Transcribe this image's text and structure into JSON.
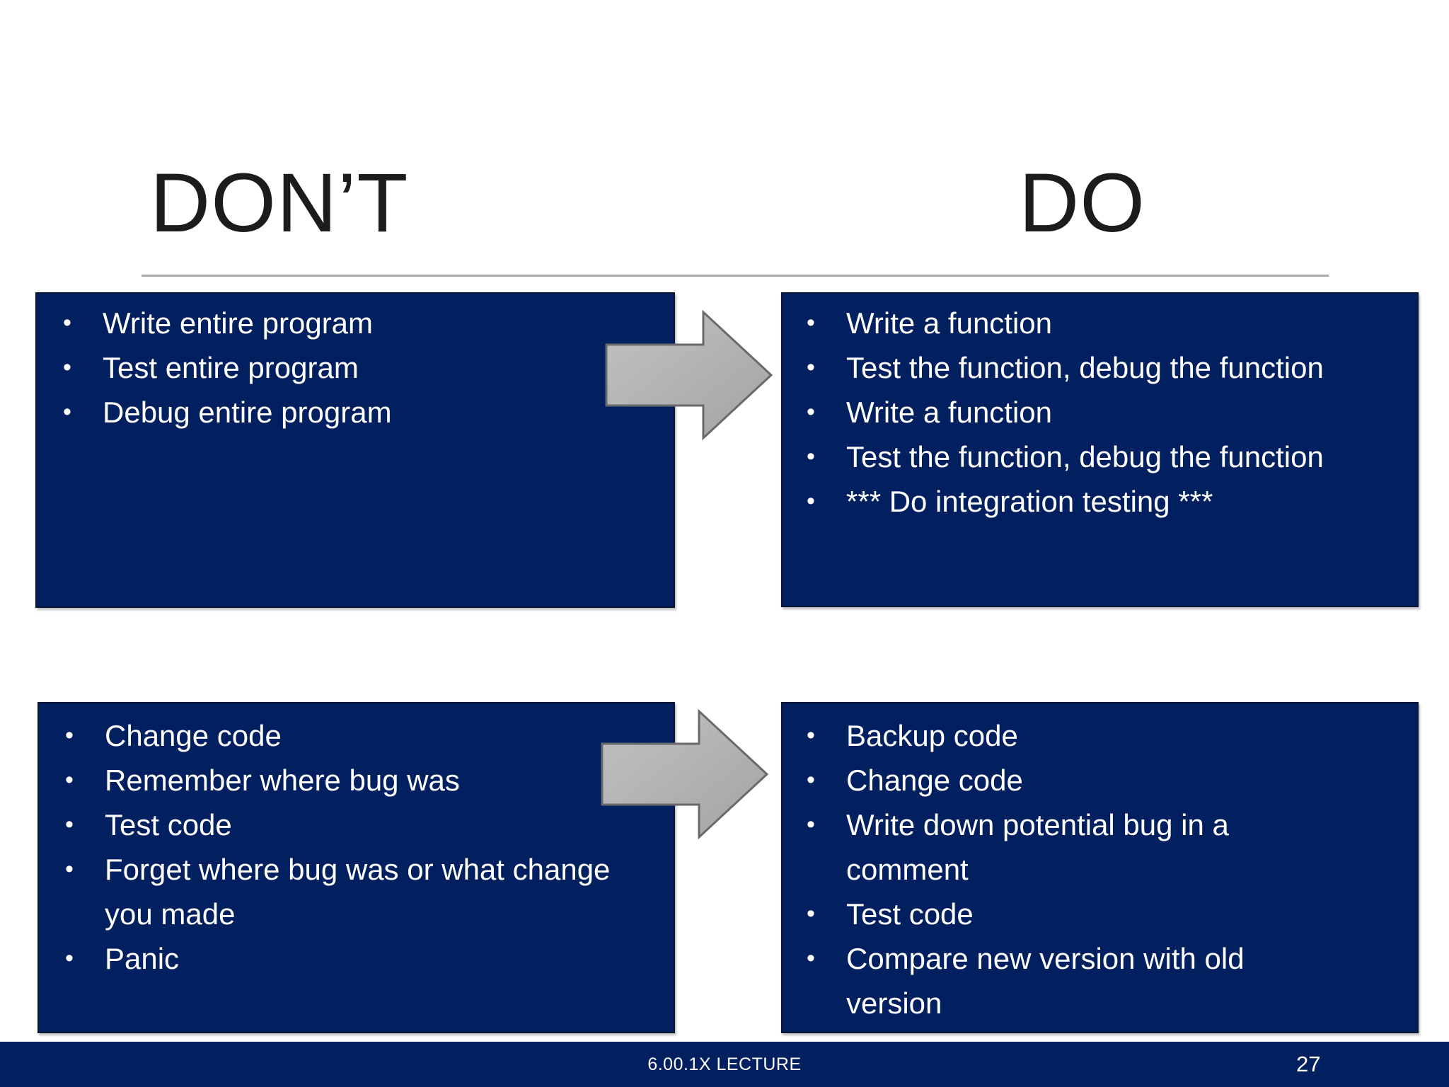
{
  "titles": {
    "dont": "DON’T",
    "do": "DO"
  },
  "icons": {
    "bullet": "•",
    "arrow_right": "block-arrow-right"
  },
  "colors": {
    "box_navy": "#02205f",
    "footer_navy": "#02205f",
    "arrow_fill": "#ababab",
    "arrow_border": "#6a6a6d",
    "rule_gray": "#a9a9a9",
    "title_color": "#1c1c1c",
    "text_color": "#ffffff"
  },
  "boxes": [
    {
      "column": "dont",
      "items": [
        "Write entire program",
        "Test entire program",
        "Debug entire program"
      ]
    },
    {
      "column": "do",
      "items": [
        "Write a function",
        "Test the function, debug the function",
        "Write a function",
        "Test the function, debug the function",
        "*** Do integration testing ***"
      ]
    },
    {
      "column": "dont",
      "items": [
        "Change code",
        "Remember where bug was",
        "Test code",
        "Forget where bug was or what change you made",
        "Panic"
      ]
    },
    {
      "column": "do",
      "items": [
        "Backup code",
        "Change code",
        "Write down potential bug in a comment",
        "Test code",
        "Compare new version with old version"
      ]
    }
  ],
  "footer": {
    "lecture": "6.00.1X LECTURE",
    "page": "27"
  }
}
